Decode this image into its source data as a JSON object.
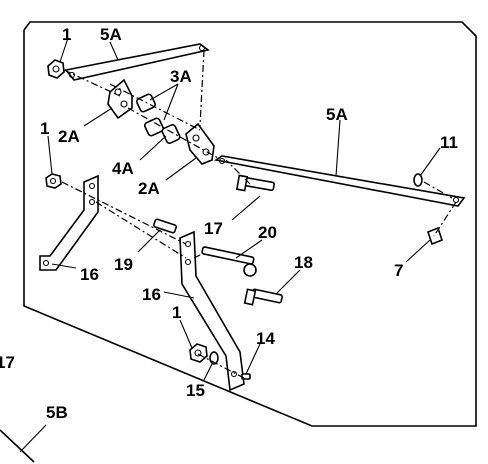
{
  "labels": {
    "l1a": "1",
    "l5a_top": "5A",
    "l3a": "3A",
    "l2a_top": "2A",
    "l5a_right": "5A",
    "l11": "11",
    "l1b": "1",
    "l4a": "4A",
    "l2a_mid": "2A",
    "l17a": "17",
    "l7": "7",
    "l20": "20",
    "l19": "19",
    "l16a": "16",
    "l18": "18",
    "l16b": "16",
    "l1c": "1",
    "l14": "14",
    "l15": "15",
    "l17b": "17",
    "l5b": "5B"
  }
}
